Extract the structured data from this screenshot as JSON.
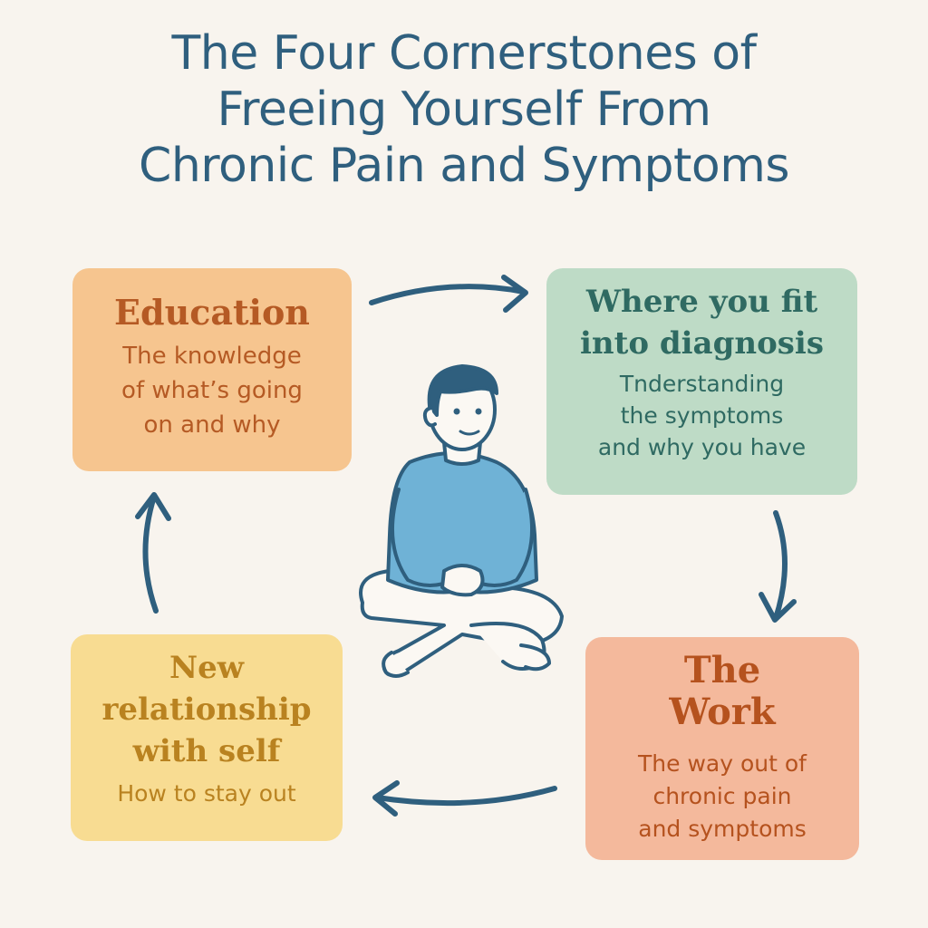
{
  "title": {
    "line1": "The Four Cornerstones of",
    "line2": "Freeing Yourself From",
    "line3": "Chronic Pain and Symptoms"
  },
  "cards": {
    "education": {
      "heading": "Education",
      "desc": [
        "The knowledge",
        "of what’s going",
        "on and why"
      ],
      "color": "#f6c58f"
    },
    "diagnosis": {
      "heading": [
        "Where you fit",
        "into diagnosis"
      ],
      "desc": [
        "Tnderstanding",
        "the symptoms",
        "and why you have"
      ],
      "color": "#bedbc6"
    },
    "work": {
      "heading": [
        "The",
        "Work"
      ],
      "desc": [
        "The way out of",
        "chronic pain",
        "and symptoms"
      ],
      "color": "#f4b99c"
    },
    "self": {
      "heading": [
        "New",
        "relationship",
        "with self"
      ],
      "desc": [
        "How to stay out"
      ],
      "color": "#f8dc92"
    }
  },
  "colors": {
    "background": "#f8f4ee",
    "title": "#2f5f7e",
    "arrow": "#2f5f7e",
    "figure_shirt": "#6fb2d6",
    "figure_outline": "#2f5f7e"
  },
  "icons": {
    "center": "person-sitting-cross-legged-illustration",
    "arrows": "cycle-arrow-icon"
  }
}
